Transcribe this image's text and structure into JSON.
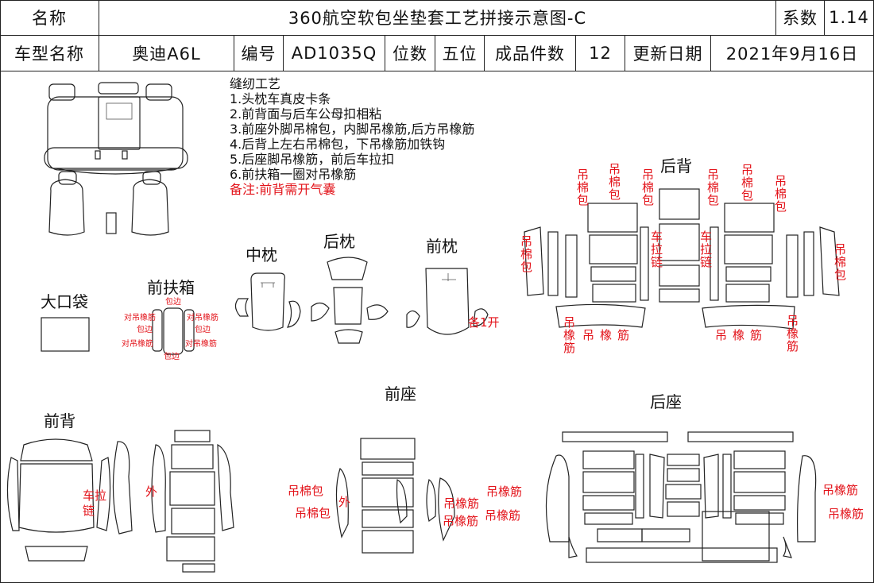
{
  "header": {
    "name_label": "名称",
    "title": "360航空软包坐垫套工艺拼接示意图-C",
    "coef_label": "系数",
    "coef_value": "1.14",
    "model_label": "车型名称",
    "model_value": "奥迪A6L",
    "code_label": "编号",
    "code_value": "AD1035Q",
    "seats_label": "位数",
    "seats_value": "五位",
    "pieces_label": "成品件数",
    "pieces_value": "12",
    "date_label": "更新日期",
    "date_value": "2021年9月16日"
  },
  "notes": {
    "title": "缝纫工艺",
    "items": [
      "1.头枕车真皮卡条",
      "2.前背面与后车公母扣相粘",
      "3.前座外脚吊棉包，内脚吊橡筋,后方吊橡筋",
      "4.后背上左右吊棉包，下吊橡筋加铁钩",
      "5.后座脚吊橡筋，前后车拉扣",
      "6.前扶箱一圈对吊橡筋"
    ],
    "remark": "备注:前背需开气囊"
  },
  "sections": {
    "big_pocket": "大口袋",
    "front_armrest": "前扶箱",
    "middle_pillow": "中枕",
    "rear_pillow": "后枕",
    "front_pillow": "前枕",
    "rear_back": "后背",
    "front_seat": "前座",
    "rear_seat": "后座",
    "front_back": "前背"
  },
  "annotations": {
    "hang_cotton": "吊棉包",
    "hang_elastic": "吊橡筋",
    "car_pull": "车拉链",
    "outer": "外",
    "each_one": "各1开",
    "pair_elastic": "对吊橡筋",
    "wrap_edge": "包边"
  }
}
